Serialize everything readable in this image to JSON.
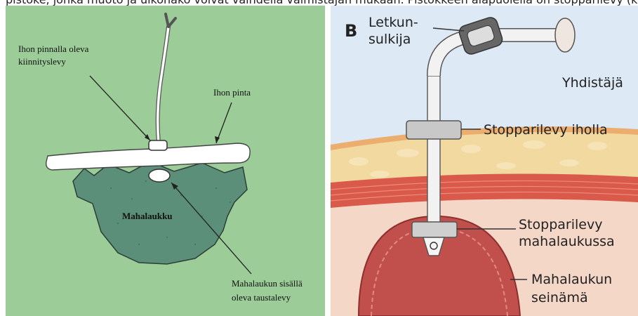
{
  "top_caption": "pistoke, jonka muoto ja ulkonäkö voivat vaihdella valmistajan mukaan. Pistokkeen alapuolella on stopparilevy (kuva B).",
  "panel_a": {
    "label_skin_plate_line1": "Ihon pinnalla oleva",
    "label_skin_plate_line2": "kiinnityslevy",
    "label_skin_surface": "Ihon pinta",
    "label_stomach": "Mahalaukku",
    "label_inner_plate_line1": "Mahalaukun sisällä",
    "label_inner_plate_line2": "oleva taustalevy",
    "colors": {
      "background": "#9ccd98",
      "stomach": "#5c8f7a",
      "skin": "#ffffff"
    }
  },
  "panel_b": {
    "label_panel": "B",
    "label_clamp_line1": "Letkun-",
    "label_clamp_line2": "sulkija",
    "label_connector": "Yhdistäjä",
    "label_outer_stopper": "Stopparilevy iholla",
    "label_inner_stopper_line1": "Stopparilevy",
    "label_inner_stopper_line2": "mahalaukussa",
    "label_wall_line1": "Mahalaukun",
    "label_wall_line2": "seinämä",
    "colors": {
      "sky": "#dde9f4",
      "fat": "#f2d9a0",
      "muscle": "#d95a4a",
      "tissue": "#f5d7c8",
      "stomach": "#c1504c"
    }
  }
}
